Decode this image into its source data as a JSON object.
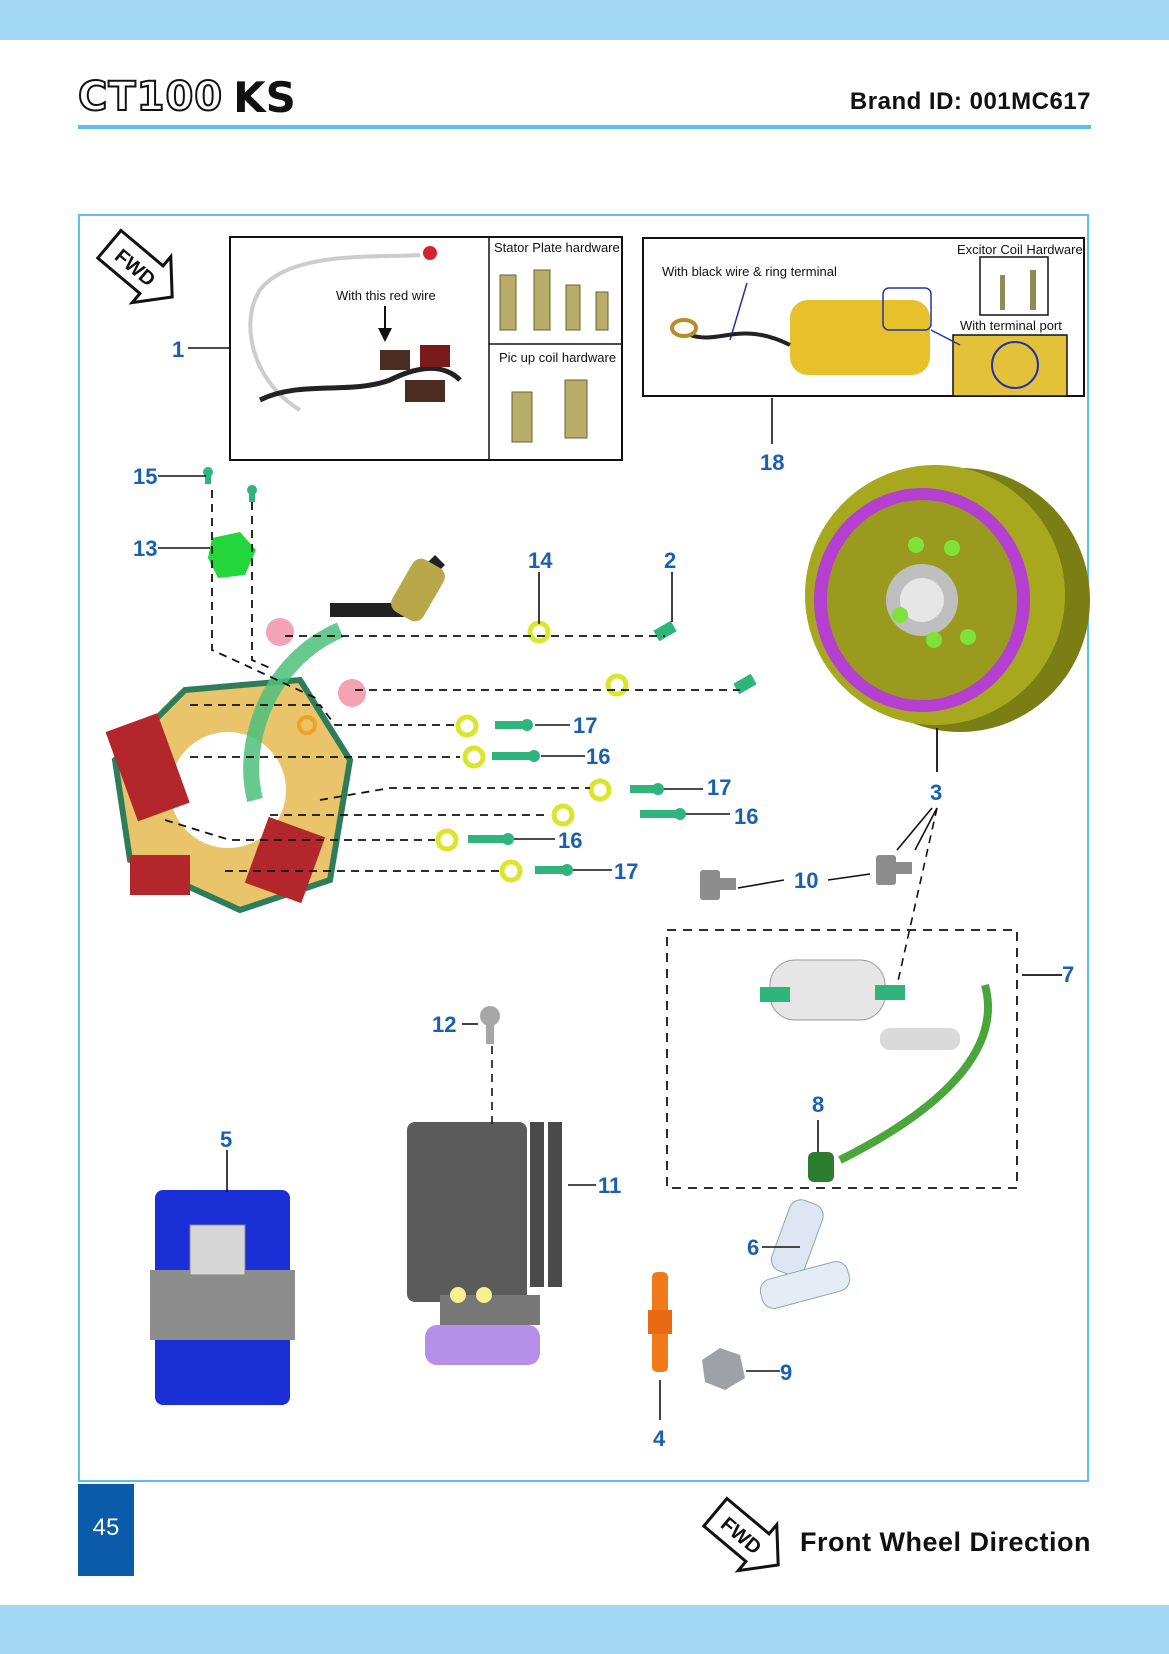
{
  "header": {
    "logo_outline_text": "CT100",
    "logo_solid_text": "KS",
    "brand_id": "Brand ID: 001MC617"
  },
  "diagram": {
    "fwd_badge": "FWD",
    "captions": {
      "stator_plate_hardware": "Stator Plate hardware",
      "pic_up_coil_hardware": "Pic up coil hardware",
      "with_this_red_wire": "With this red wire",
      "with_black_wire": "With black wire & ring terminal",
      "excitor_coil_hardware": "Excitor Coil Hardware",
      "with_terminal_port": "With terminal port"
    },
    "callouts": {
      "p1": "1",
      "p2": "2",
      "p3": "3",
      "p4": "4",
      "p5": "5",
      "p6": "6",
      "p7": "7",
      "p8": "8",
      "p9": "9",
      "p10": "10",
      "p11": "11",
      "p12": "12",
      "p13": "13",
      "p14": "14",
      "p15": "15",
      "p16": "16",
      "p17": "17",
      "p18": "18"
    },
    "colors": {
      "callout": "#1c5fae",
      "frame": "#5cc0ea",
      "stator_red": "#b3262c",
      "stator_yellow": "#e9c46a",
      "green_part": "#2fb57c",
      "washer": "#d9e62a",
      "rotor_purple": "#b43fd1",
      "rotor_olive": "#a7a81e",
      "cdi_blue": "#1a2fd6",
      "plug_orange": "#f07a1a"
    }
  },
  "footer": {
    "page_number": "45",
    "fwd_badge": "FWD",
    "direction_label": "Front Wheel Direction"
  }
}
